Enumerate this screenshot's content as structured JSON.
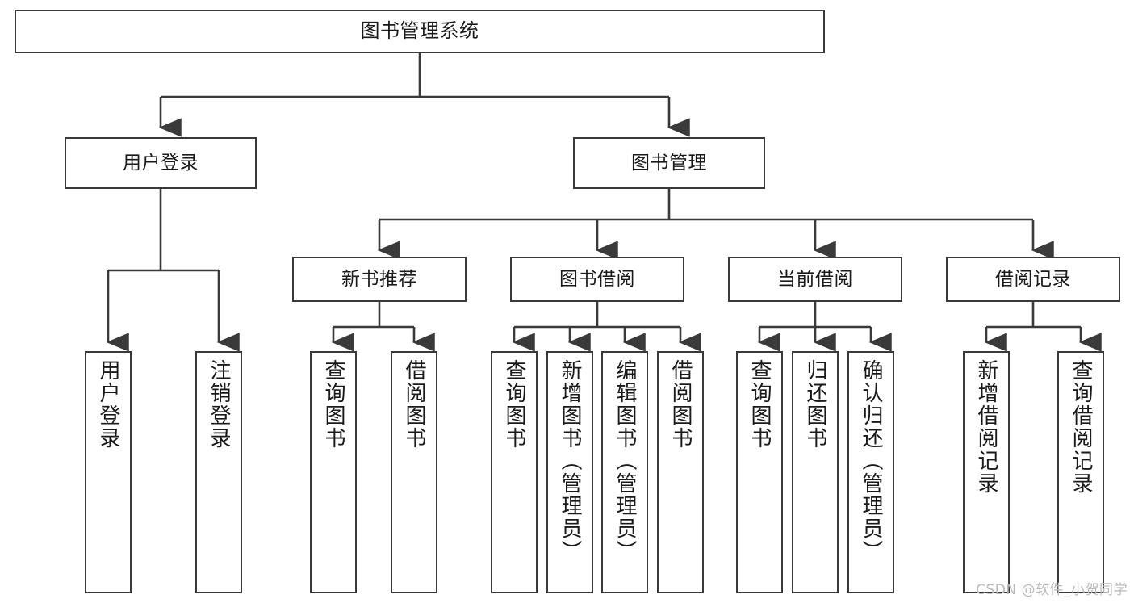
{
  "diagram": {
    "title": "图书管理系统",
    "type": "tree-hierarchy",
    "watermark": "CSDN @软件_小贺同学",
    "colors": {
      "background": "#ffffff",
      "node_border": "#3a3a3a",
      "node_fill": "#ffffff",
      "edge": "#3a3a3a",
      "text": "#1a1a1a",
      "watermark": "#b9b9b9"
    }
  },
  "nodes": {
    "root": {
      "label": "图书管理系统"
    },
    "level2": [
      {
        "label": "用户登录"
      },
      {
        "label": "图书管理"
      }
    ],
    "level3": [
      {
        "label": "新书推荐"
      },
      {
        "label": "图书借阅"
      },
      {
        "label": "当前借阅"
      },
      {
        "label": "借阅记录"
      }
    ],
    "leaves": {
      "user_login": [
        {
          "label": "用户登录"
        },
        {
          "label": "注销登录"
        }
      ],
      "new_book_recommend": [
        {
          "label": "查询图书"
        },
        {
          "label": "借阅图书"
        }
      ],
      "book_borrow": [
        {
          "label": "查询图书"
        },
        {
          "label": "新增图书（管理员）"
        },
        {
          "label": "编辑图书（管理员）"
        },
        {
          "label": "借阅图书"
        }
      ],
      "current_borrow": [
        {
          "label": "查询图书"
        },
        {
          "label": "归还图书"
        },
        {
          "label": "确认归还（管理员）"
        }
      ],
      "borrow_record": [
        {
          "label": "新增借阅记录"
        },
        {
          "label": "查询借阅记录"
        }
      ]
    }
  }
}
